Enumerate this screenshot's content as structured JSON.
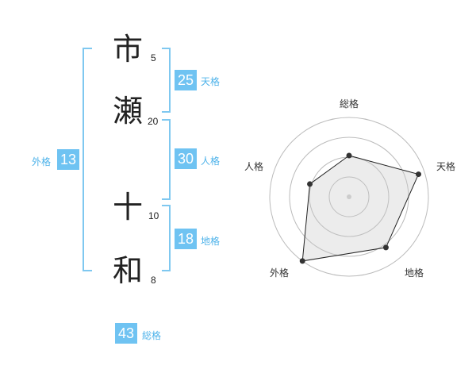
{
  "name": {
    "chars": [
      {
        "char": "市",
        "strokes": "5"
      },
      {
        "char": "瀬",
        "strokes": "20"
      },
      {
        "char": "十",
        "strokes": "10"
      },
      {
        "char": "和",
        "strokes": "8"
      }
    ]
  },
  "fortune": {
    "tenkaku": {
      "value": "25",
      "label": "天格"
    },
    "jinkaku": {
      "value": "30",
      "label": "人格"
    },
    "chikaku": {
      "value": "18",
      "label": "地格"
    },
    "gaikaku": {
      "value": "13",
      "label": "外格"
    },
    "soukaku": {
      "value": "43",
      "label": "総格"
    }
  },
  "colors": {
    "accent": "#6fc3f2",
    "bracket": "#7fc8f0",
    "label": "#4fb3ea"
  },
  "chart_data": {
    "type": "radar",
    "axes": [
      "総格",
      "天格",
      "地格",
      "外格",
      "人格"
    ],
    "values": [
      0.52,
      0.92,
      0.79,
      1.0,
      0.52
    ],
    "range": [
      0,
      1
    ],
    "rings": 4,
    "grid": true
  }
}
